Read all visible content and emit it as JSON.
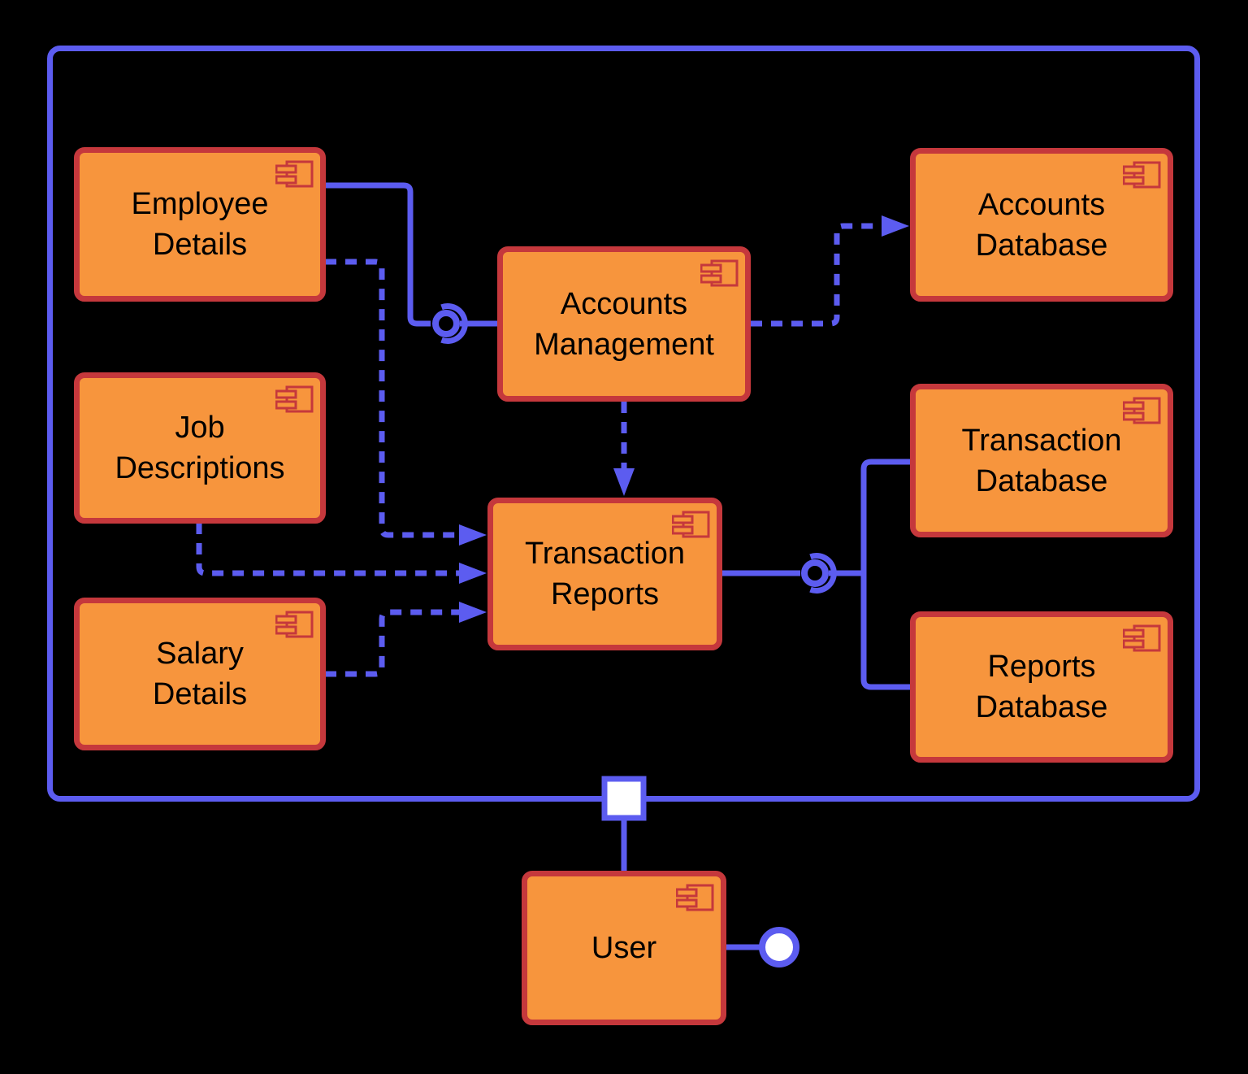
{
  "diagram_type": "uml-component-diagram",
  "colors": {
    "background": "#000000",
    "connector_blue": "#5c5cf0",
    "component_fill": "#f7953d",
    "component_border": "#c5383c",
    "component_icon": "#c5383c",
    "label_text": "#000000",
    "port_fill": "#ffffff",
    "lollipop_fill": "#ffffff"
  },
  "components": {
    "employee_details": {
      "line1": "Employee",
      "line2": "Details"
    },
    "job_descriptions": {
      "line1": "Job",
      "line2": "Descriptions"
    },
    "salary_details": {
      "line1": "Salary",
      "line2": "Details"
    },
    "accounts_management": {
      "line1": "Accounts",
      "line2": "Management"
    },
    "transaction_reports": {
      "line1": "Transaction",
      "line2": "Reports"
    },
    "accounts_database": {
      "line1": "Accounts",
      "line2": "Database"
    },
    "transaction_database": {
      "line1": "Transaction",
      "line2": "Database"
    },
    "reports_database": {
      "line1": "Reports",
      "line2": "Database"
    },
    "user": {
      "line1": "User"
    }
  },
  "edges": [
    {
      "from": "Employee Details",
      "to": "Accounts Management",
      "style": "solid",
      "end": "ball-and-socket"
    },
    {
      "from": "Employee Details",
      "to": "Transaction Reports",
      "style": "dashed",
      "end": "arrow"
    },
    {
      "from": "Job Descriptions",
      "to": "Transaction Reports",
      "style": "dashed",
      "end": "arrow"
    },
    {
      "from": "Salary Details",
      "to": "Transaction Reports",
      "style": "dashed",
      "end": "arrow"
    },
    {
      "from": "Accounts Management",
      "to": "Accounts Database",
      "style": "dashed",
      "end": "arrow"
    },
    {
      "from": "Accounts Management",
      "to": "Transaction Reports",
      "style": "dashed",
      "end": "arrow"
    },
    {
      "from": "Transaction Reports",
      "to": "Transaction Database, Reports Database",
      "style": "solid",
      "end": "ball-and-socket"
    },
    {
      "from": "System boundary port",
      "to": "User",
      "style": "solid",
      "end": "port-square"
    },
    {
      "from": "User",
      "to": "provided interface",
      "style": "solid",
      "end": "lollipop"
    }
  ]
}
